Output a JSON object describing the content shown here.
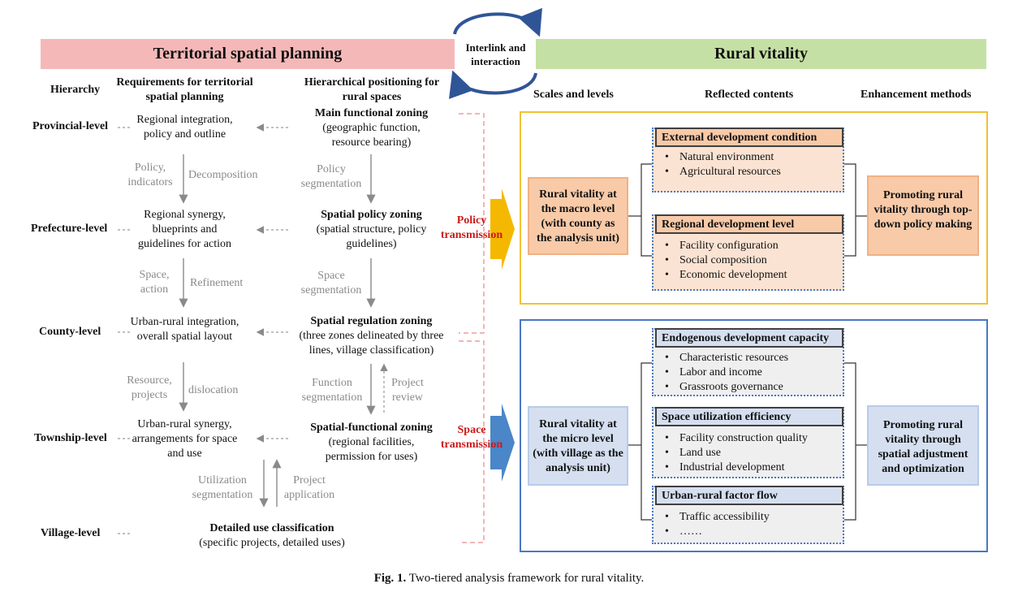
{
  "banners": {
    "left": "Territorial spatial planning",
    "middle": "Interlink and interaction",
    "right": "Rural vitality"
  },
  "left_headers": {
    "hierarchy": "Hierarchy",
    "requirements": "Requirements for territorial spatial planning",
    "positioning": "Hierarchical positioning for rural spaces"
  },
  "levels": [
    "Provincial-level",
    "Prefecture-level",
    "County-level",
    "Township-level",
    "Village-level"
  ],
  "requirements": [
    "Regional integration, policy and outline",
    "Regional synergy, blueprints and guidelines for action",
    "Urban-rural integration, overall spatial layout",
    "Urban-rural synergy, arrangements for space and use"
  ],
  "zonings": [
    {
      "title": "Main functional zoning",
      "detail": "(geographic function, resource bearing)"
    },
    {
      "title": "Spatial policy zoning",
      "detail": "(spatial structure, policy guidelines)"
    },
    {
      "title": "Spatial regulation zoning",
      "detail": "(three zones delineated by three lines, village classification)"
    },
    {
      "title": "Spatial-functional zoning",
      "detail": "(regional facilities, permission for uses)"
    },
    {
      "title": "Detailed use classification",
      "detail": "(specific projects, detailed uses)"
    }
  ],
  "flow_labels": {
    "policy_indicators": "Policy, indicators",
    "decomposition": "Decomposition",
    "policy_segmentation": "Policy segmentation",
    "space_action": "Space, action",
    "refinement": "Refinement",
    "space_segmentation": "Space segmentation",
    "resource_projects": "Resource, projects",
    "dislocation": "dislocation",
    "function_segmentation": "Function segmentation",
    "project_review": "Project review",
    "utilization_segmentation": "Utilization segmentation",
    "project_application": "Project application"
  },
  "transmission": {
    "policy": "Policy transmission",
    "space": "Space transmission"
  },
  "right_headers": {
    "scales": "Scales and levels",
    "contents": "Reflected contents",
    "methods": "Enhancement methods"
  },
  "macro": {
    "scale": "Rural vitality at the macro level (with county as the analysis unit)",
    "groups": [
      {
        "title": "External development condition",
        "items": [
          "Natural environment",
          "Agricultural resources"
        ]
      },
      {
        "title": "Regional development level",
        "items": [
          "Facility configuration",
          "Social composition",
          "Economic development"
        ]
      }
    ],
    "method": "Promoting rural vitality through top-down policy making"
  },
  "micro": {
    "scale": "Rural vitality at the micro level (with village as the analysis unit)",
    "groups": [
      {
        "title": "Endogenous development capacity",
        "items": [
          "Characteristic resources",
          "Labor and income",
          "Grassroots governance"
        ]
      },
      {
        "title": "Space utilization efficiency",
        "items": [
          "Facility construction quality",
          "Land use",
          "Industrial development"
        ]
      },
      {
        "title": "Urban-rural factor flow",
        "items": [
          "Traffic accessibility",
          "……"
        ]
      }
    ],
    "method": "Promoting rural vitality through spatial adjustment and optimization"
  },
  "caption": {
    "label": "Fig. 1.",
    "text": "Two-tiered analysis framework for rural vitality."
  },
  "colors": {
    "left_banner": "#f5b8b8",
    "right_banner": "#c5e0a5",
    "macro_border": "#f1c232",
    "micro_border": "#4a78c2",
    "macro_fill": "#f8caa8",
    "micro_fill": "#d5dff0",
    "policy_arrow": "#f5b800",
    "space_arrow": "#4a86c8",
    "transmission_text": "#cc1a1a"
  }
}
